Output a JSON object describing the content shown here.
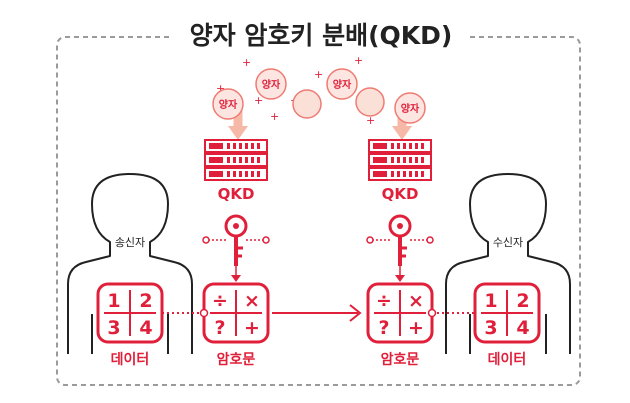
{
  "title": "양자 암호키 분배(QKD)",
  "photon_label": "양자",
  "qkd_label": "QKD",
  "sender": {
    "label": "송신자",
    "data_label": "데이터",
    "grid": [
      "1",
      "2",
      "3",
      "4"
    ]
  },
  "receiver": {
    "label": "수신자",
    "data_label": "데이터",
    "grid": [
      "1",
      "2",
      "3",
      "4"
    ]
  },
  "cipher_label": "암호문",
  "cipher_symbols": [
    "÷",
    "×",
    "?",
    "+"
  ],
  "colors": {
    "accent": "#e0203a",
    "photon_stroke": "#ef7b72",
    "photon_fill": "#fde6e2",
    "beam": "#f7c2b4",
    "border": "#9a9a9a"
  },
  "icons": [
    "qkd-server-icon",
    "key-icon",
    "person-icon",
    "arrow-icon"
  ]
}
